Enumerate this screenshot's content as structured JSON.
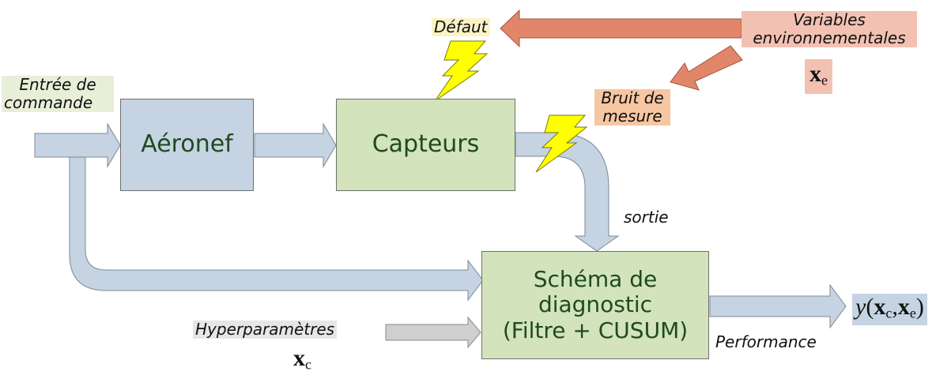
{
  "colors": {
    "aeronef_box": "#c5d3e3",
    "capteurs_box": "#d3e3bb",
    "schema_box": "#d3e3bb",
    "blue_arrow": "#c5d3e3",
    "red_arrow": "#e2866b",
    "gray_arrow": "#cfcfcf",
    "lightning": "#ffff00"
  },
  "blocks": {
    "aeronef": "Aéronef",
    "capteurs": "Capteurs",
    "schema": [
      "Schéma de",
      "diagnostic",
      "(Filtre + CUSUM)"
    ]
  },
  "labels": {
    "entree": [
      "Entrée de",
      "commande"
    ],
    "defaut": "Défaut",
    "variables": [
      "Variables",
      "environnementales"
    ],
    "bruit": [
      "Bruit de",
      "mesure"
    ],
    "sortie": "sortie",
    "hyper": "Hyperparamètres",
    "performance": "Performance"
  },
  "math": {
    "xe_letter": "x",
    "xe_sub": "e",
    "xc_letter": "x",
    "xc_sub": "c",
    "y_fn": "y",
    "y_open": "(",
    "y_x1": "x",
    "y_sub1": "c",
    "y_comma": ",",
    "y_x2": "x",
    "y_sub2": "e",
    "y_close": ")"
  },
  "icons": [
    "lightning-icon",
    "lightning-icon"
  ]
}
